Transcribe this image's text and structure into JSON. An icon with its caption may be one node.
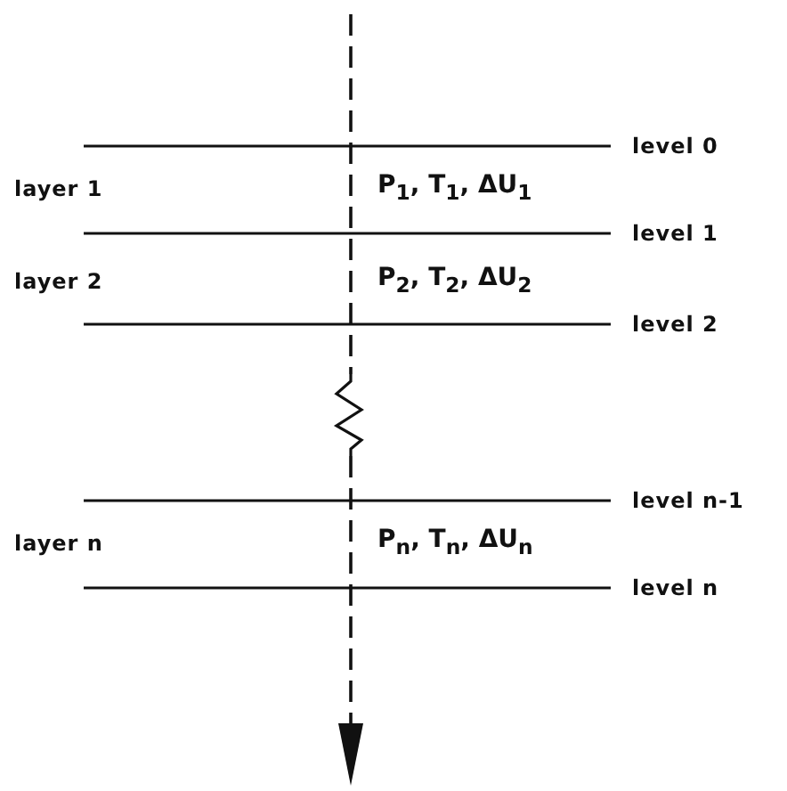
{
  "diagram": {
    "labels": [
      "level 0",
      "layer 1",
      "P$_{1}$, T$_{1}$, ΔU$_{1}$",
      "level 1",
      "layer 2",
      "P$_{2}$, T$_{2}$, ΔU$_{2}$",
      "level 2",
      "level n-1",
      "layer n",
      "P$_{n}$, T$_{n}$, ΔU$_{n}$",
      "level n"
    ]
  }
}
